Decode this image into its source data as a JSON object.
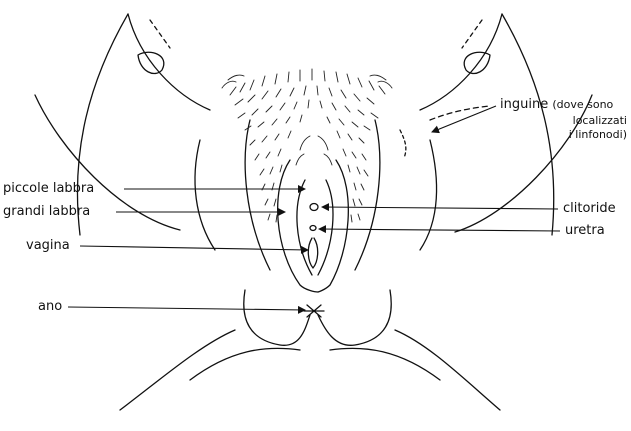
{
  "diagram": {
    "labels": {
      "piccole_labbra": "piccole labbra",
      "grandi_labbra": "grandi labbra",
      "vagina": "vagina",
      "ano": "ano",
      "inguine": "inguine",
      "inguine_note_1": "(dove sono",
      "inguine_note_2": "localizzati",
      "inguine_note_3": "i linfonodi)",
      "clitoride": "clitoride",
      "uretra": "uretra"
    },
    "colors": {
      "line": "#111111",
      "background": "#ffffff"
    }
  }
}
